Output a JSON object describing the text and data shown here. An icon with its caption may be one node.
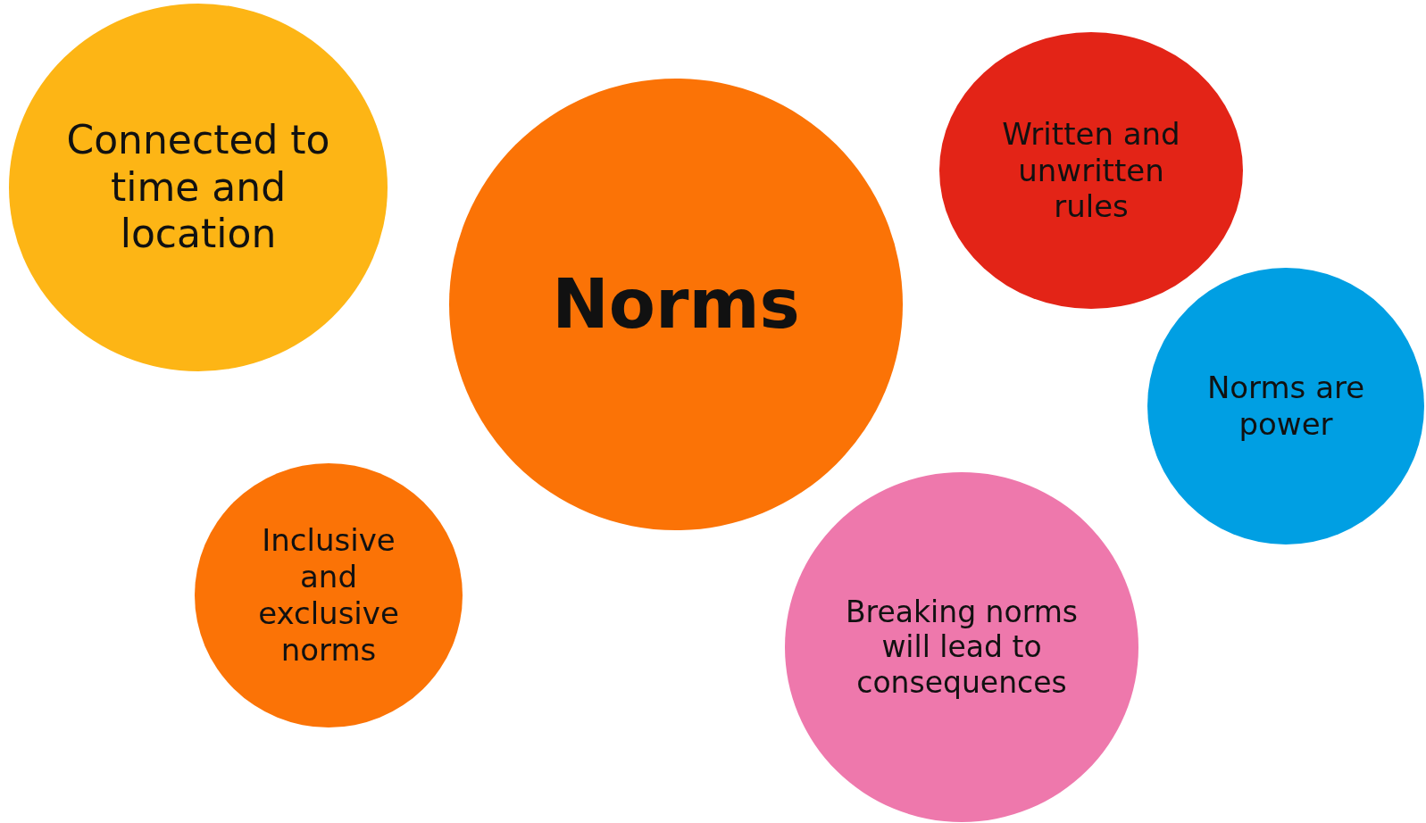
{
  "diagram": {
    "nodes": [
      {
        "text": [
          "Connected to time and location"
        ]
      },
      {
        "text": [
          "Written and unwritten rules"
        ]
      },
      {
        "text": [
          "Norms"
        ]
      },
      {
        "text": [
          "Norms are power"
        ]
      },
      {
        "text": [
          "Inclusive and exclusive norms"
        ]
      },
      {
        "text": [
          "Breaking norms will lead to consequences"
        ]
      }
    ]
  }
}
